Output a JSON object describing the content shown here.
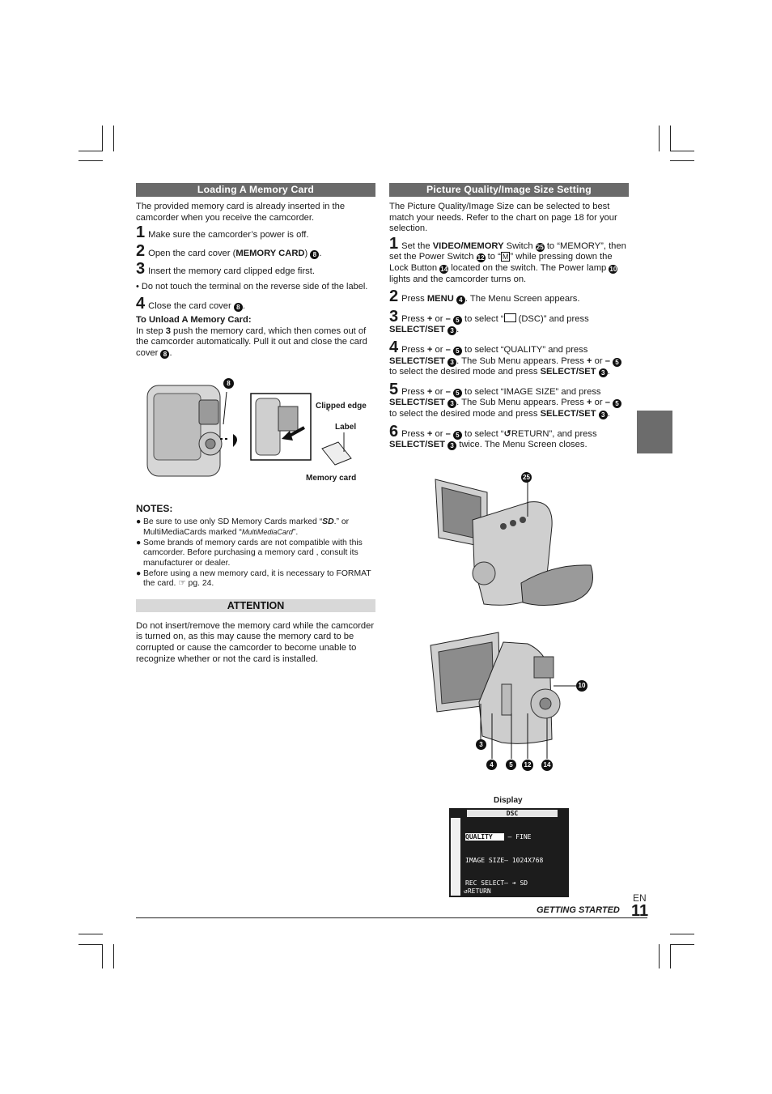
{
  "left": {
    "loading_title": "Loading A Memory Card",
    "intro": "The provided memory card is already inserted in the camcorder when you receive the camcorder.",
    "steps": [
      {
        "num": "1",
        "text": "Make sure the camcorder’s power is off."
      },
      {
        "num": "2",
        "text_a": "Open the card cover (",
        "bold": "MEMORY CARD",
        "text_b": ") ",
        "ref": "8",
        "text_c": "."
      },
      {
        "num": "3",
        "text": "Insert the memory card clipped edge first."
      },
      {
        "num": "4",
        "text_a": "Close the card cover ",
        "ref": "8",
        "text_b": "."
      }
    ],
    "bullet": "• Do not touch the terminal on the reverse side of the label.",
    "unload_title": "To Unload A Memory Card:",
    "unload_a": "In step ",
    "unload_step": "3",
    "unload_b": " push the memory card, which then comes out of the camcorder automatically. Pull it out and close the card cover ",
    "unload_ref": "8",
    "unload_c": ".",
    "fig": {
      "callout": "8",
      "clipped": "Clipped edge",
      "label": "Label",
      "memory": "Memory card"
    },
    "notes_title": "NOTES:",
    "notes": [
      {
        "a": "Be sure to use only SD Memory Cards marked “",
        "logo": "SD",
        "b": ".” or MultiMediaCards marked “",
        "logo2": "MultiMediaCard",
        "c": "”."
      },
      {
        "a": "Some brands of memory cards are not compatible with this camcorder. Before purchasing a memory card , consult its manufacturer or dealer."
      },
      {
        "a": "Before using a new memory card, it is necessary to FORMAT the card. ",
        "icon": "☞",
        "b": " pg. 24."
      }
    ],
    "attention_title": "ATTENTION",
    "attention_text": "Do not insert/remove the memory card while the camcorder is turned on, as this may cause the memory card to be corrupted or cause the camcorder to become unable to recognize whether or not the card is installed."
  },
  "right": {
    "title": "Picture Quality/Image Size Setting",
    "intro": "The Picture Quality/Image Size can be selected to best match your needs. Refer to the chart on page 18 for your selection.",
    "s1": {
      "num": "1",
      "a": "Set the ",
      "b1": "VIDEO/MEMORY",
      "c": " Switch ",
      "r1": "25",
      "d": " to “MEMORY”, then set the Power Switch ",
      "r2": "12",
      "e": " to “",
      "m": "M",
      "f": "” while pressing down the Lock Button ",
      "r3": "14",
      "g": " located on the switch. The Power lamp ",
      "r4": "10",
      "h": " lights and the camcorder turns on."
    },
    "s2": {
      "num": "2",
      "a": "Press ",
      "b": "MENU",
      "c": " ",
      "r": "4",
      "d": ". The Menu Screen appears."
    },
    "s3": {
      "num": "3",
      "a": "Press ",
      "plus": "+",
      "or": " or ",
      "minus": "–",
      "r": "5",
      "b": " to select “",
      "icon": "camera-icon",
      "c": " (DSC)” and press ",
      "sel": "SELECT/SET",
      "r2": "3",
      "d": "."
    },
    "s4": {
      "num": "4",
      "a": "Press ",
      "plus": "+",
      "or": " or ",
      "minus": "–",
      "r": "5",
      "b": " to select “QUALITY” and press ",
      "sel": "SELECT/SET",
      "r2": "3",
      "c": ". The Sub Menu appears. Press ",
      "d": " to select the desired mode and press ",
      "r3": "3",
      "e": "."
    },
    "s5": {
      "num": "5",
      "a": "Press ",
      "plus": "+",
      "or": " or ",
      "minus": "–",
      "r": "5",
      "b": " to select “IMAGE SIZE” and press ",
      "sel": "SELECT/SET",
      "r2": "3",
      "c": ". The Sub Menu appears. Press ",
      "d": " to select the desired mode and press ",
      "r3": "3",
      "e": "."
    },
    "s6": {
      "num": "6",
      "a": "Press ",
      "plus": "+",
      "or": " or ",
      "minus": "–",
      "r": "5",
      "b": "  to select “",
      "ret": "RETURN",
      "c": "”, and press ",
      "sel": "SELECT/SET",
      "r2": "3",
      "d": " twice. The Menu Screen closes."
    },
    "fig_top": {
      "callout": "25"
    },
    "fig_bottom": {
      "c10": "10",
      "c3": "3",
      "c4": "4",
      "c5": "5",
      "c12": "12",
      "c14": "14"
    },
    "display_label": "Display",
    "display": {
      "header": "DSC",
      "rows": [
        {
          "label": "QUALITY",
          "sep": "–",
          "value": "FINE"
        },
        {
          "label": "IMAGE SIZE",
          "sep": "–",
          "value": "1024X768"
        },
        {
          "label": "REC SELECT",
          "sep": "–",
          "value": "➔ SD"
        }
      ],
      "return": "RETURN"
    }
  },
  "footer": {
    "lang": "EN",
    "section": "GETTING STARTED",
    "page": "11"
  },
  "colors": {
    "bar": "#6a6a6a",
    "attention": "#d8d8d8",
    "tab": "#6c6c6c"
  }
}
